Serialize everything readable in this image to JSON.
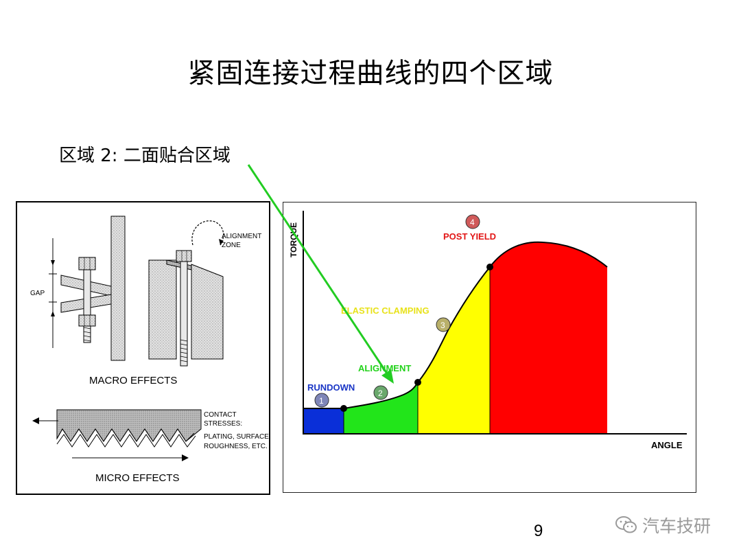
{
  "slide": {
    "title": "紧固连接过程曲线的四个区域",
    "callout": "区域 2: 二面贴合区域",
    "page_number": "9",
    "watermark": "汽车技研"
  },
  "left_figure": {
    "gap_label": "GAP",
    "alignment_zone": [
      "ALIGNMENT",
      "ZONE"
    ],
    "macro_label": "MACRO EFFECTS",
    "contact_text": [
      "CONTACT",
      "STRESSES:",
      "PLATING, SURFACE",
      "ROUGHNESS, ETC."
    ],
    "micro_label": "MICRO EFFECTS"
  },
  "chart": {
    "y_axis_label": "TORQUE",
    "x_axis_label": "ANGLE",
    "zones": [
      {
        "number": "1",
        "label": "RUNDOWN",
        "color": "#0a2fd8",
        "label_color": "#1a36c6",
        "marker_color": "#7f86b8"
      },
      {
        "number": "2",
        "label": "ALIGNMENT",
        "color": "#22e51a",
        "label_color": "#22d21a",
        "marker_color": "#6aa86c"
      },
      {
        "number": "3",
        "label": "ELASTIC CLAMPING",
        "color": "#ffff00",
        "label_color": "#e8e21a",
        "marker_color": "#b9b06a"
      },
      {
        "number": "4",
        "label": "POST YIELD",
        "color": "#ff0000",
        "label_color": "#e21616",
        "marker_color": "#d05a5a"
      }
    ],
    "arrow_color": "#22cc22"
  }
}
